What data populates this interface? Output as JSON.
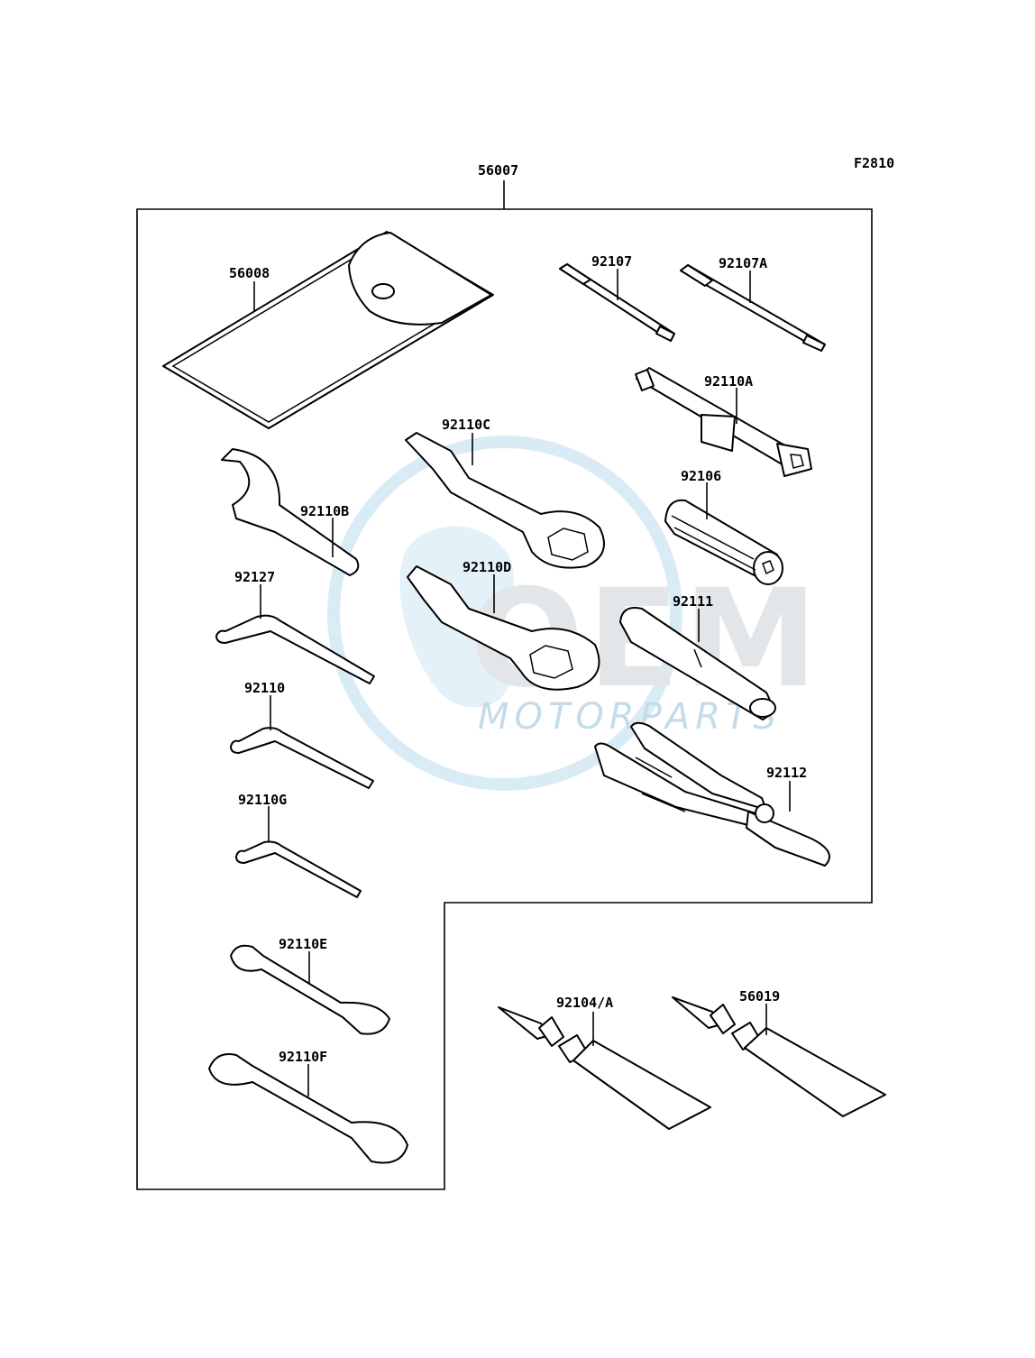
{
  "figure_code": "F2810",
  "watermark": {
    "brand": "OEM",
    "subtitle": "MOTORPARTS"
  },
  "kit": {
    "part_number": "56007"
  },
  "parts": {
    "pouch": "56008",
    "screwdriver_1": "92107",
    "screwdriver_2": "92107A",
    "box_wrench_socket": "92110A",
    "wrench_c": "92110C",
    "handle_bar": "92106",
    "spanner_b": "92110B",
    "wrench_d": "92110D",
    "hex_key_1": "92127",
    "extension_bar": "92111",
    "hex_key_2": "92110",
    "pliers": "92112",
    "hex_key_3": "92110G",
    "open_wrench_e": "92110E",
    "open_wrench_f": "92110F",
    "repair_tube_1": "92104/A",
    "repair_tube_2": "56019"
  }
}
